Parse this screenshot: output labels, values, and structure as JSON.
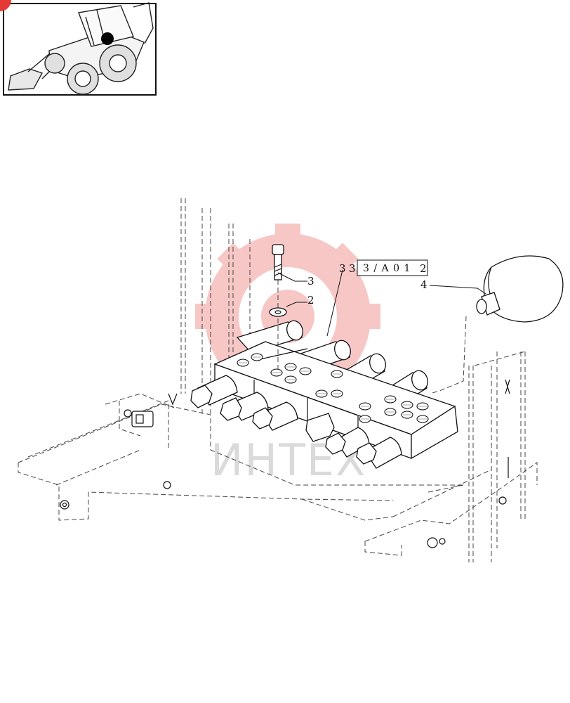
{
  "diagram": {
    "callouts": {
      "item_2": "2",
      "item_3_bolt": "3",
      "item_3_block": "3",
      "item_4": "4"
    },
    "reference_box": {
      "prefix": "3",
      "text": "3 / A   0 1",
      "suffix": "2"
    },
    "watermark": {
      "text": "ИНТЕХ",
      "color": "#e53935"
    },
    "thumbnail_marker_color": "#e53935"
  }
}
